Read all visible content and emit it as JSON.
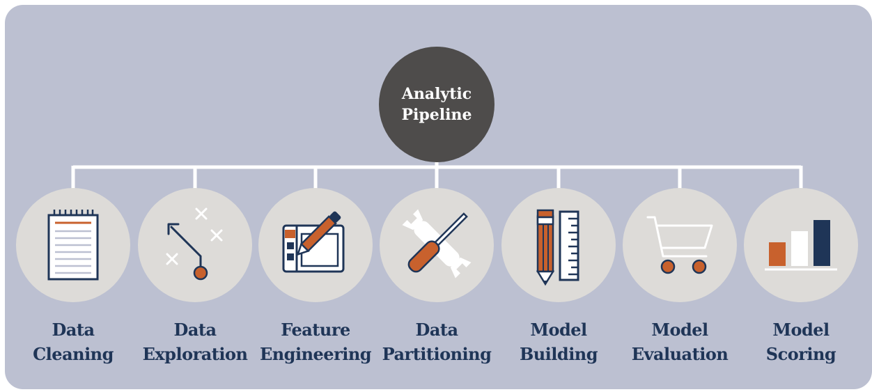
{
  "root": {
    "title_line1": "Analytic",
    "title_line2": "Pipeline"
  },
  "steps": [
    {
      "line1": "Data",
      "line2": "Cleaning",
      "icon": "notepad-icon"
    },
    {
      "line1": "Data",
      "line2": "Exploration",
      "icon": "strategy-play-icon"
    },
    {
      "line1": "Feature",
      "line2": "Engineering",
      "icon": "drawing-tablet-icon"
    },
    {
      "line1": "Data",
      "line2": "Partitioning",
      "icon": "wrench-screwdriver-icon"
    },
    {
      "line1": "Model",
      "line2": "Building",
      "icon": "pencil-ruler-icon"
    },
    {
      "line1": "Model",
      "line2": "Evaluation",
      "icon": "shopping-cart-icon"
    },
    {
      "line1": "Model",
      "line2": "Scoring",
      "icon": "bar-chart-icon"
    }
  ],
  "colors": {
    "panel": "#bcc0d1",
    "root": "#4e4c4b",
    "circle": "#dddbd8",
    "navy": "#1f3557",
    "orange": "#c8612d",
    "connector": "#ffffff"
  }
}
